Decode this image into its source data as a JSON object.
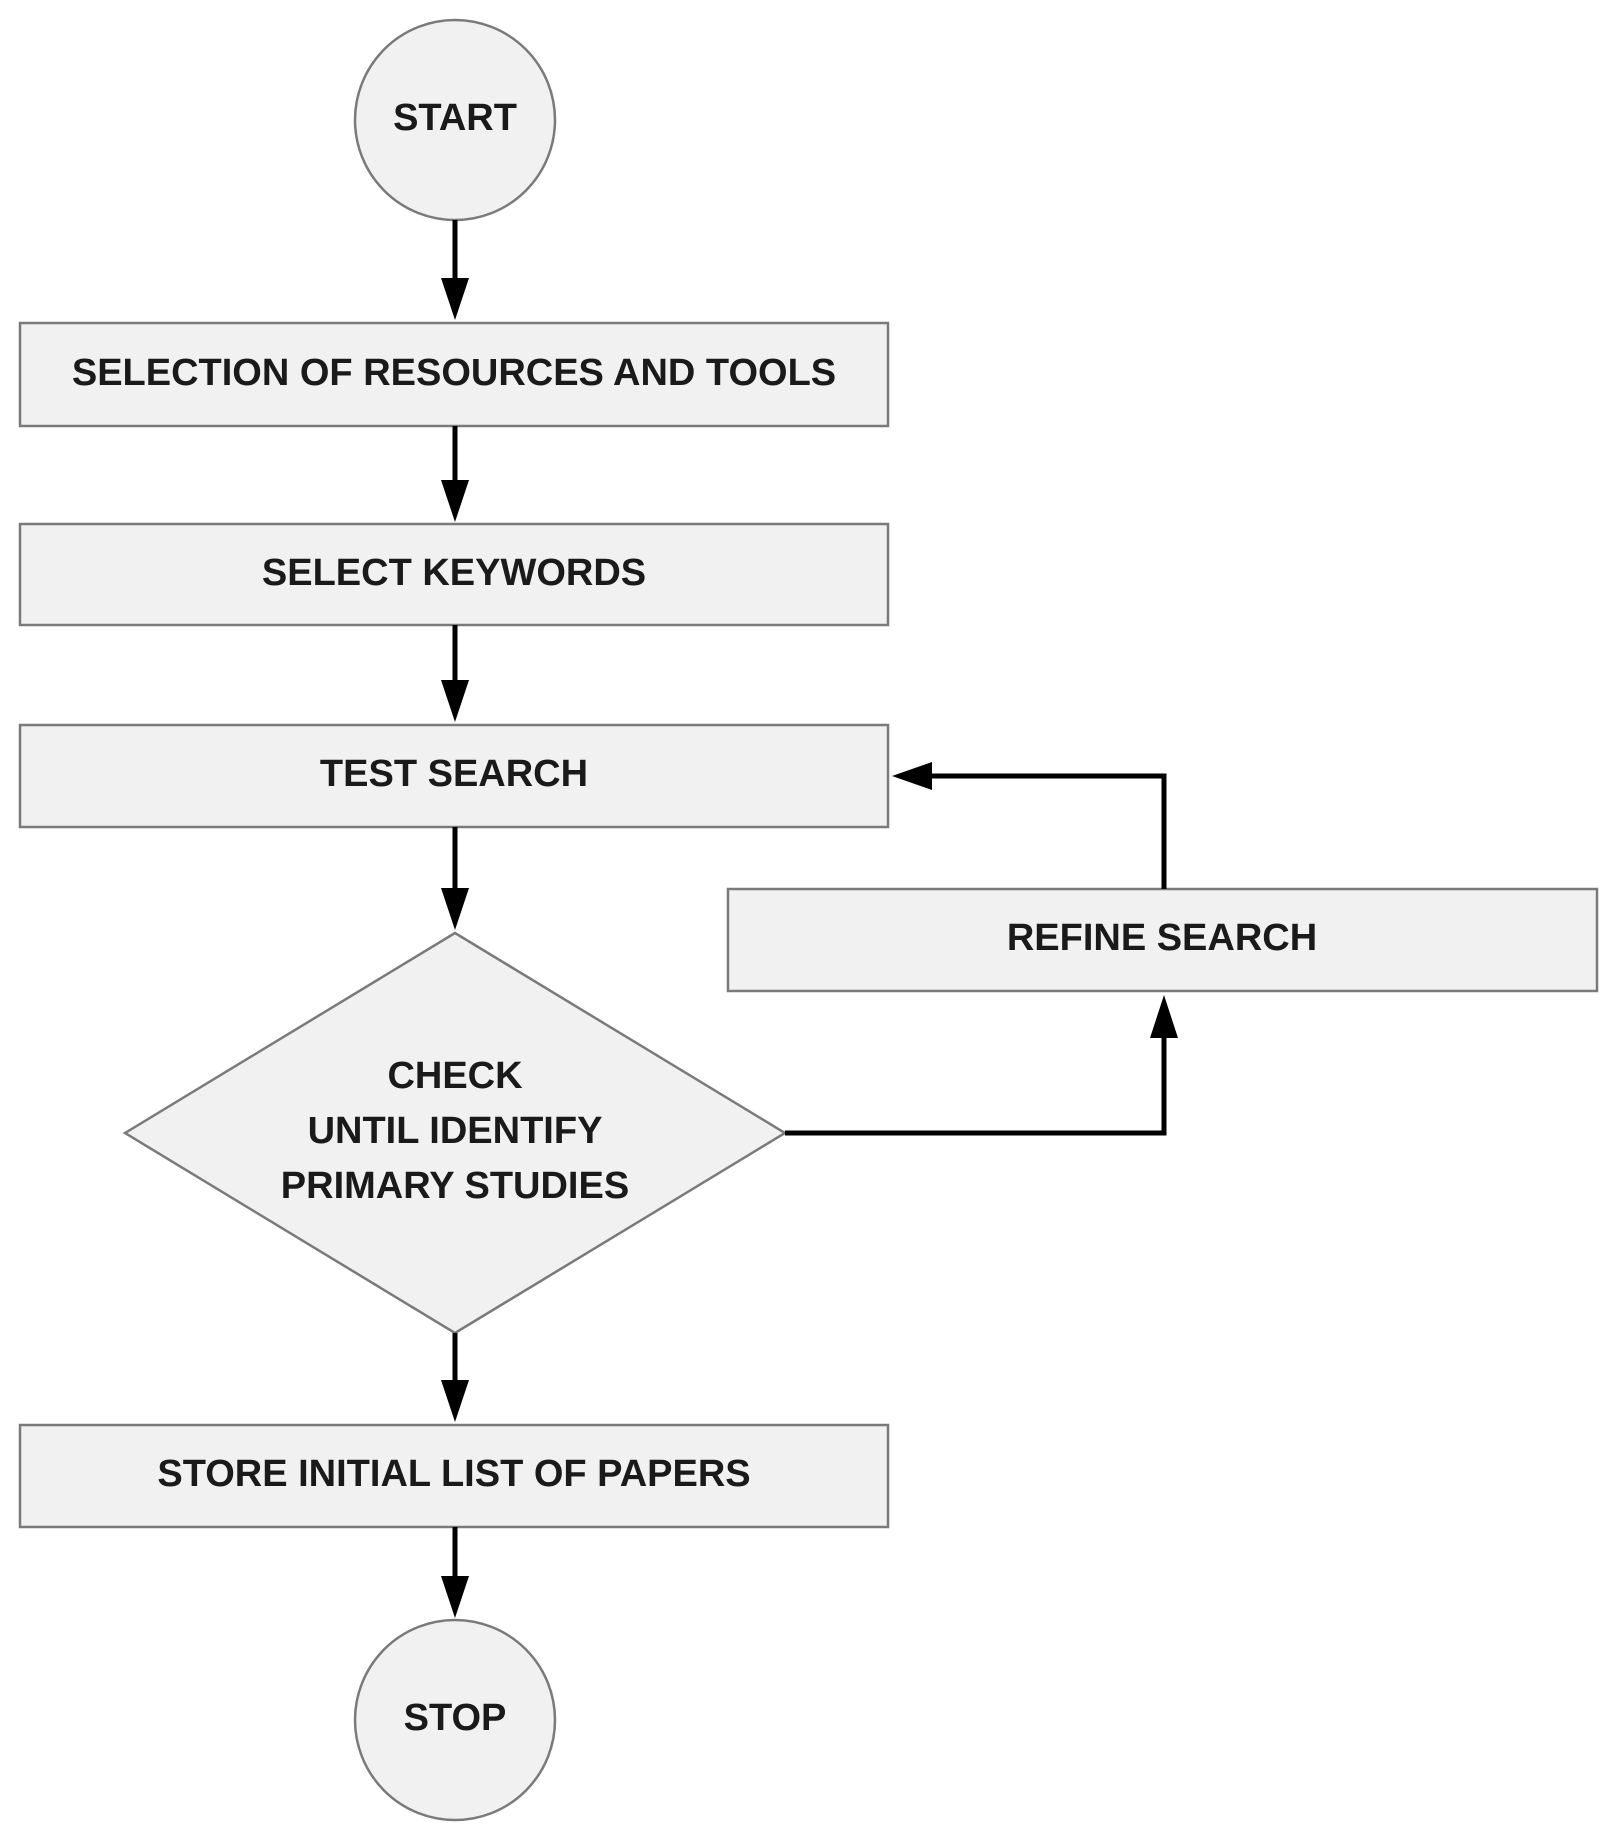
{
  "nodes": {
    "start": "START",
    "selection": "SELECTION OF RESOURCES AND TOOLS",
    "keywords": "SELECT KEYWORDS",
    "test_search": "TEST SEARCH",
    "refine_search": "REFINE SEARCH",
    "decision": [
      "CHECK",
      "UNTIL IDENTIFY",
      "PRIMARY STUDIES"
    ],
    "store": "STORE INITIAL LIST OF PAPERS",
    "stop": "STOP"
  },
  "colors": {
    "node_fill": "#f1f1f1",
    "node_border": "#7a7a7a",
    "connector": "#000000",
    "text": "#1a1a1a"
  }
}
